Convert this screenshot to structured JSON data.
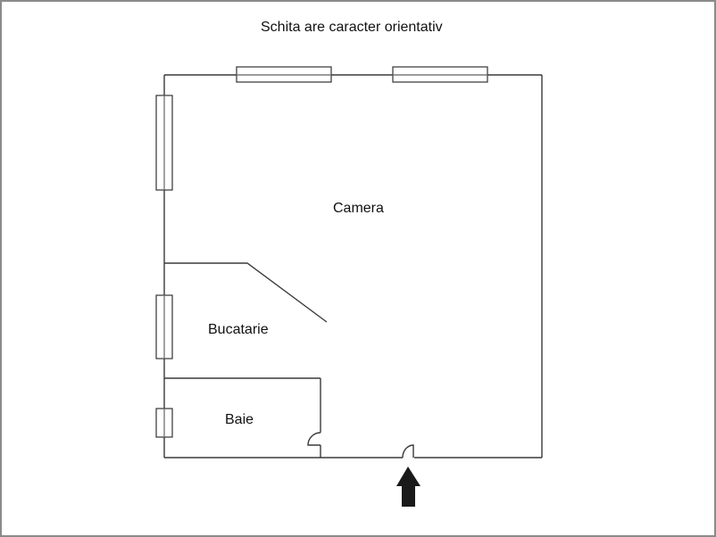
{
  "title": "Schita are caracter orientativ",
  "rooms": {
    "camera": "Camera",
    "bucatarie": "Bucatarie",
    "baie": "Baie"
  },
  "colors": {
    "wall": "#3a3a3a",
    "window_stroke": "#333333",
    "arrow": "#1a1a1a",
    "frame_border": "#8a8a8a",
    "background": "#ffffff"
  },
  "icons": {
    "entrance": "entrance-arrow-icon",
    "window": "window-symbol",
    "door": "door-swing-symbol"
  }
}
